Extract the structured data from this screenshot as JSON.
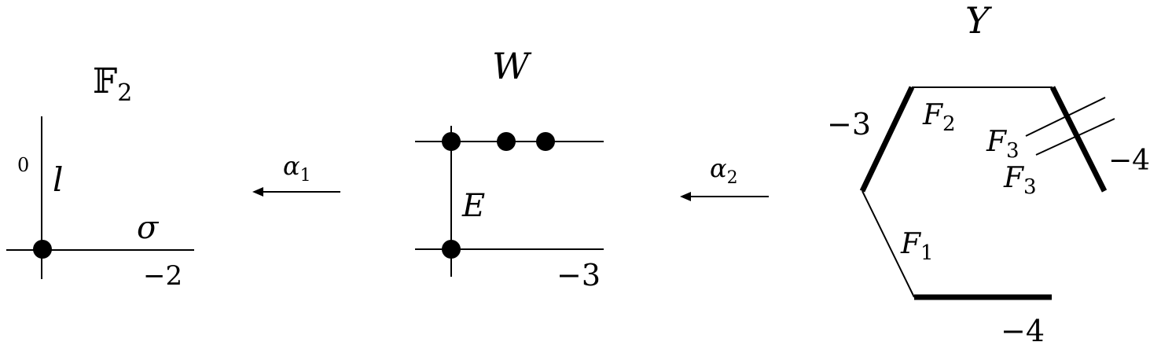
{
  "panels": {
    "f2": {
      "title": "𝔽",
      "title_sub": "2",
      "vertical_label": "l",
      "vertical_self_intersection": "0",
      "horizontal_label": "σ",
      "horizontal_self_intersection": "−2"
    },
    "w": {
      "title": "W",
      "vertical_label": "E",
      "bottom_self_intersection": "−3"
    },
    "y": {
      "title": "Y",
      "left_thick_self_intersection": "−3",
      "top_label": "F",
      "top_label_sub": "2",
      "right_thick_self_intersection": "−4",
      "upper_line_label": "F",
      "upper_line_label_sub": "3",
      "lower_line_label": "F",
      "lower_line_label_sub": "3",
      "left_lower_label": "F",
      "left_lower_label_sub": "1",
      "bottom_thick_self_intersection": "−4"
    }
  },
  "maps": {
    "alpha1": {
      "symbol": "α",
      "sub": "1"
    },
    "alpha2": {
      "symbol": "α",
      "sub": "2"
    }
  }
}
